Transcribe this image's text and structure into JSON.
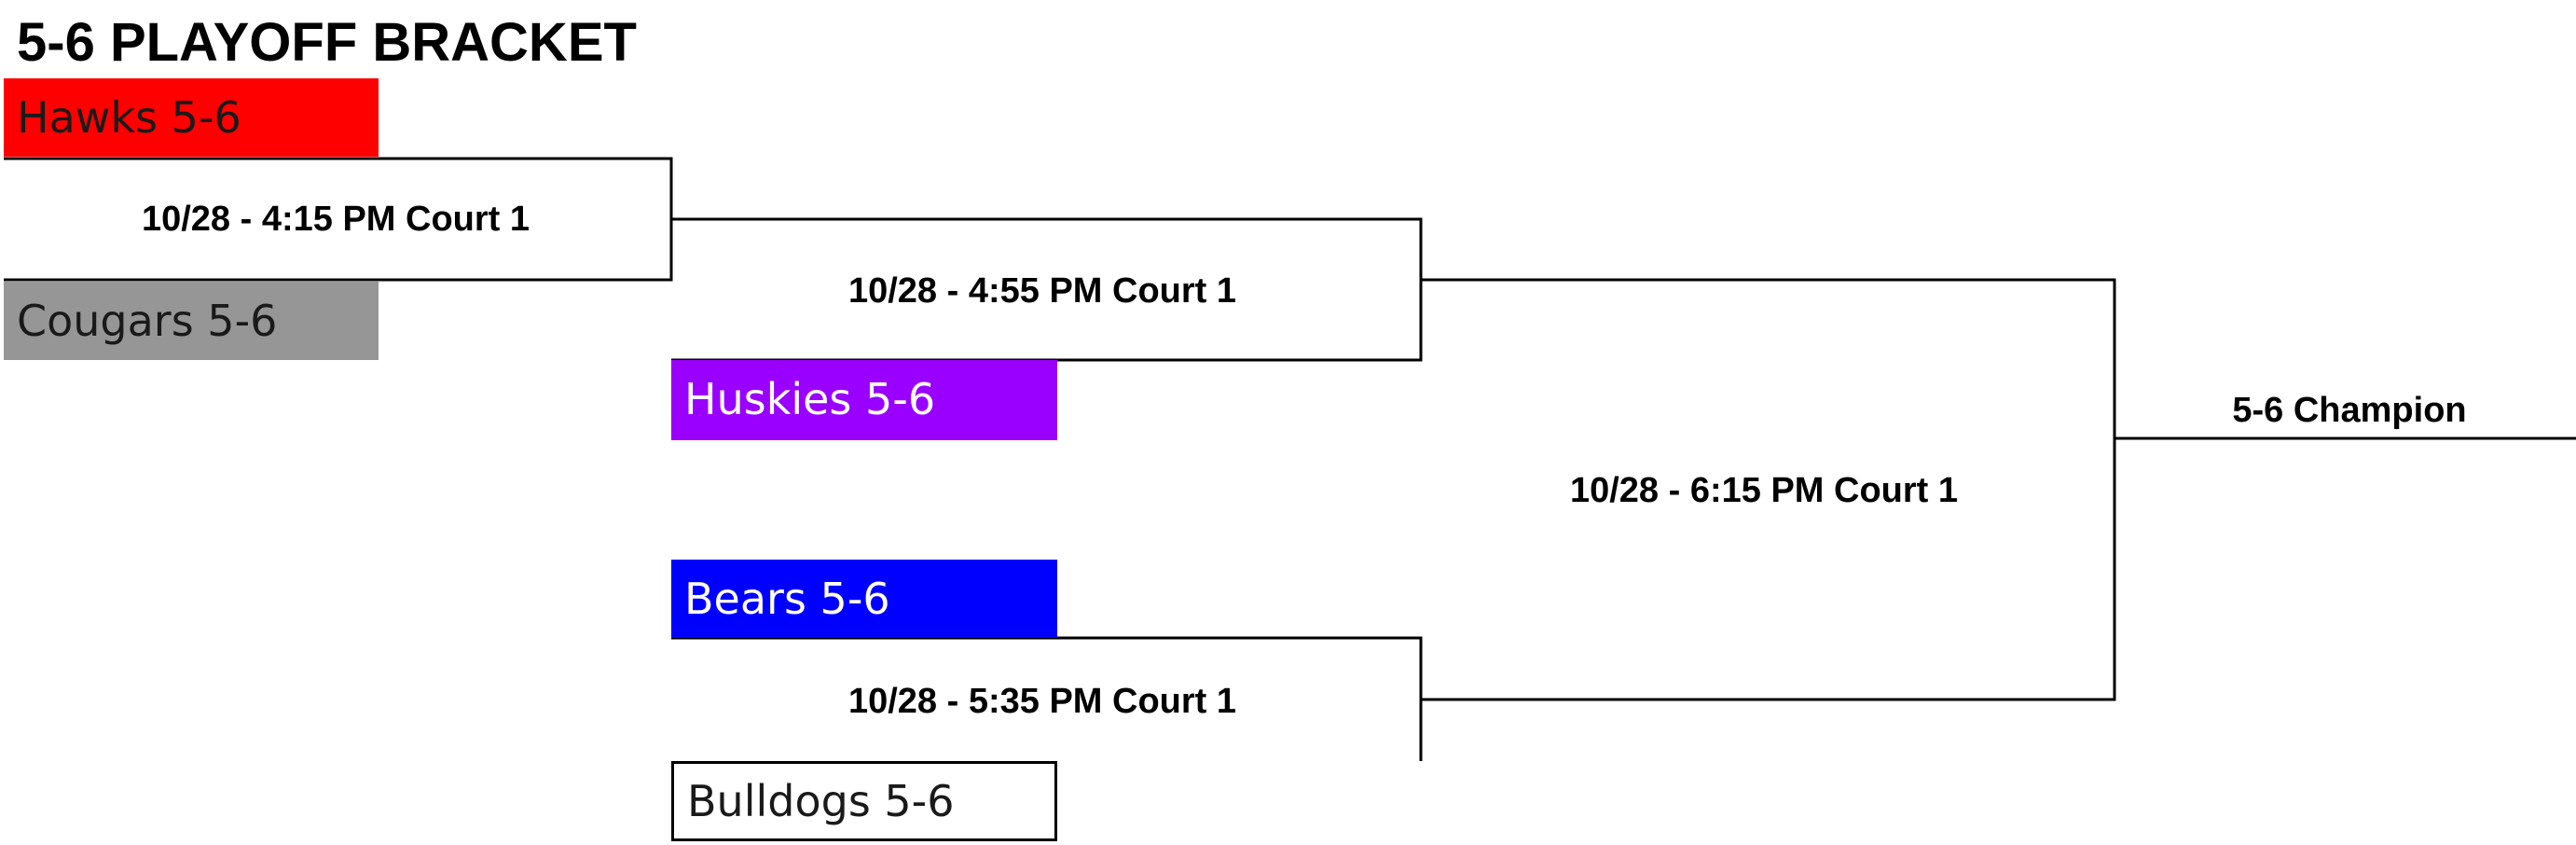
{
  "title": "5-6 PLAYOFF BRACKET",
  "teams": {
    "hawks": {
      "label": "Hawks 5-6",
      "fill": "#ff0000",
      "text_color": "#1a1a1a"
    },
    "cougars": {
      "label": "Cougars 5-6",
      "fill": "#969696",
      "text_color": "#1a1a1a"
    },
    "huskies": {
      "label": "Huskies 5-6",
      "fill": "#9900ff",
      "text_color": "#ffffff"
    },
    "bears": {
      "label": "Bears 5-6",
      "fill": "#0000ff",
      "text_color": "#ffffff"
    },
    "bulldogs": {
      "label": "Bulldogs 5-6",
      "fill": "#ffffff",
      "text_color": "#1a1a1a"
    }
  },
  "games": {
    "game1": "10/28 - 4:15 PM Court 1",
    "game2": "10/28 - 4:55 PM Court 1",
    "game3": "10/28 - 5:35 PM Court 1",
    "final": "10/28 - 6:15 PM Court 1"
  },
  "champion_label": "5-6 Champion",
  "line_color": "#000000"
}
